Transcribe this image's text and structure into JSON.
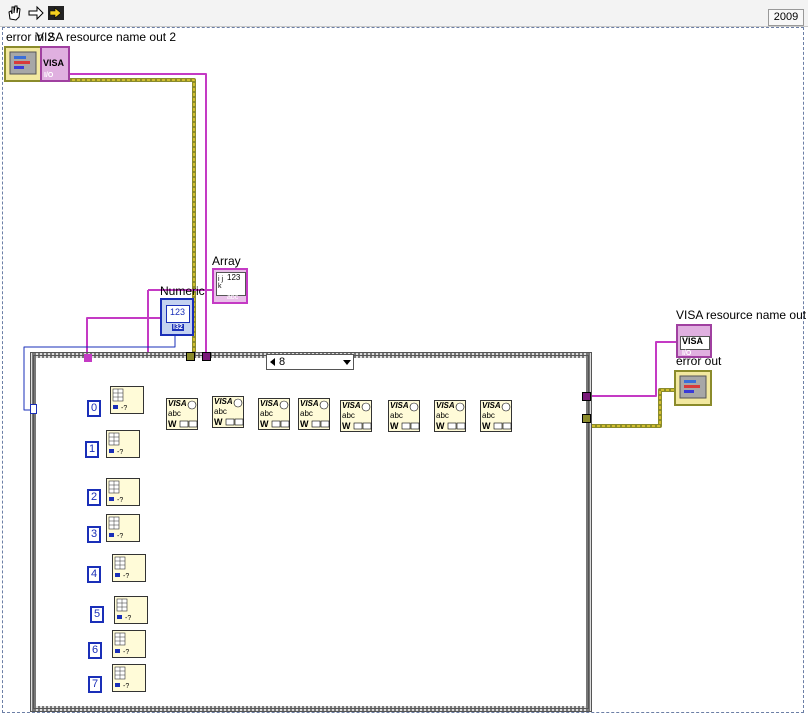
{
  "toolbar": {
    "version": "2009"
  },
  "labels": {
    "error_in_2": "error in 2",
    "visa_in_2": "VISA resource name out 2",
    "array": "Array",
    "numeric": "Numeric",
    "visa_out": "VISA resource name out",
    "error_out": "error out"
  },
  "case_structure": {
    "selector_value": "8"
  },
  "constants": [
    "0",
    "1",
    "2",
    "3",
    "4",
    "5",
    "6",
    "7"
  ],
  "icon_text": {
    "visa_cluster": "VISA",
    "visa_io": "I/O",
    "numeric_display": "123",
    "numeric_io": "I32",
    "array_letters": "i j k",
    "array_type": "abc",
    "write_abc": "abc",
    "write_w": "W"
  },
  "colors": {
    "wire_pink": "#c43ac4",
    "wire_error": "#8b8b2b",
    "wire_error_fill": "#e8d030",
    "numeric_blue": "#1a2fb8",
    "frame_blue": "#6c7fa6"
  }
}
